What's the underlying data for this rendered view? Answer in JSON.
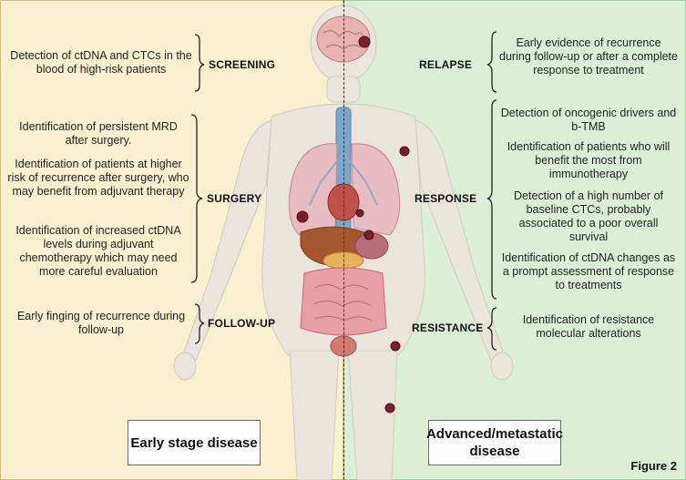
{
  "left": {
    "screening_text": "Detection of ctDNA and CTCs in the blood of high-risk patients",
    "screening_label": "SCREENING",
    "surgery_text_1": "Identification of persistent MRD after surgery.",
    "surgery_text_2": "Identification of patients at higher risk of recurrence after surgery, who may benefit from adjuvant therapy",
    "surgery_text_3": "Identification of increased ctDNA levels during adjuvant chemotherapy which may need more careful evaluation",
    "surgery_label": "SURGERY",
    "followup_text": "Early finging of recurrence during follow-up",
    "followup_label": "FOLLOW-UP",
    "box_label": "Early stage disease"
  },
  "right": {
    "relapse_label": "RELAPSE",
    "relapse_text": "Early evidence of recurrence during follow-up or after a complete response to treatment",
    "response_label": "RESPONSE",
    "response_text_1": "Detection of oncogenic drivers and b-TMB",
    "response_text_2": "Identification of patients who will benefit the most from immunotherapy",
    "response_text_3": "Detection of a high number of baseline CTCs, probably associated to a poor overall survival",
    "response_text_4": "Identification of ctDNA changes as a prompt assessment of response to treatments",
    "resistance_label": "RESISTANCE",
    "resistance_text": "Identification of resistance molecular alterations",
    "box_label": "Advanced/metastatic disease"
  },
  "figure_label": "Figure 2",
  "colors": {
    "left_bg": "#f8f1cf",
    "right_bg": "#dcefd6",
    "tumor": "#7a1e28"
  }
}
